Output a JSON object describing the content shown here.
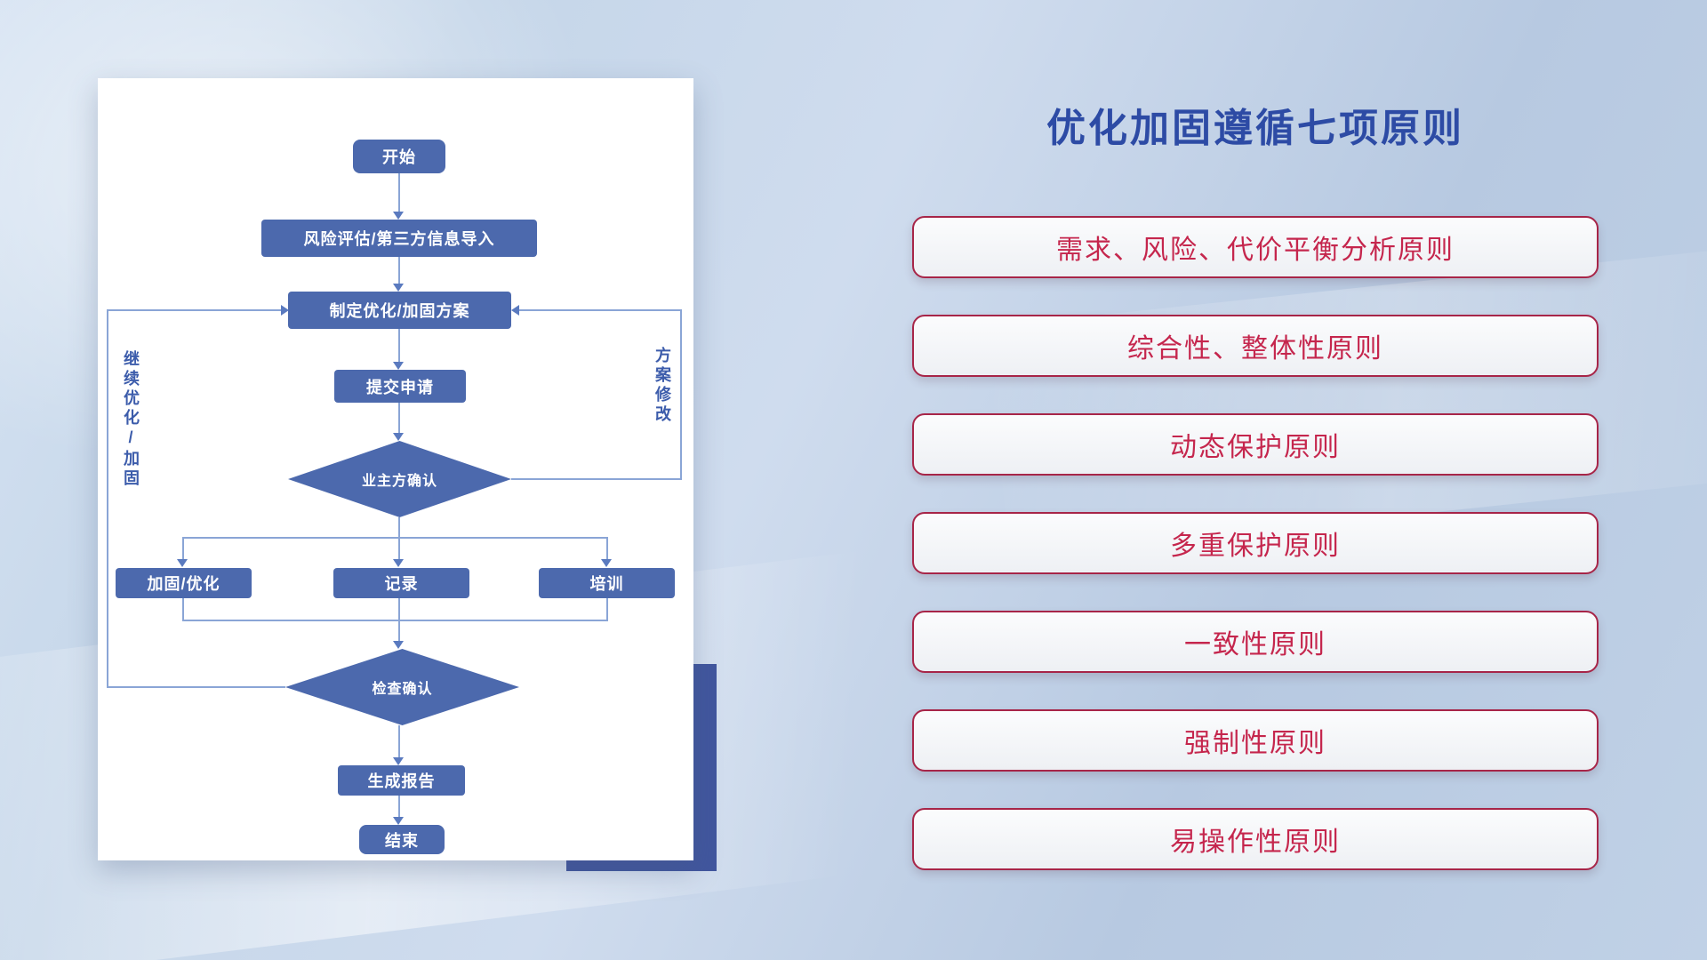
{
  "colors": {
    "node_fill": "#4c69ad",
    "connector_line": "#8aa5d6",
    "panel_title_blue": "#2d4ba5",
    "principle_red": "#c5264d",
    "shadow_block_blue": "#41569e"
  },
  "flowchart": {
    "nodes": {
      "start": "开始",
      "risk_import": "风险评估/第三方信息导入",
      "make_plan": "制定优化/加固方案",
      "submit": "提交申请",
      "owner_confirm": "业主方确认",
      "harden": "加固/优化",
      "record": "记录",
      "training": "培训",
      "check_confirm": "检查确认",
      "report": "生成报告",
      "end": "结束"
    },
    "loop_labels": {
      "left": "继续优化/加固",
      "right": "方案修改"
    }
  },
  "panel": {
    "title": "优化加固遵循七项原则",
    "principles": [
      {
        "label": "需求、风险、代价平衡分析原则"
      },
      {
        "label": "综合性、整体性原则"
      },
      {
        "label": "动态保护原则"
      },
      {
        "label": "多重保护原则"
      },
      {
        "label": "一致性原则"
      },
      {
        "label": "强制性原则"
      },
      {
        "label": "易操作性原则"
      }
    ]
  }
}
